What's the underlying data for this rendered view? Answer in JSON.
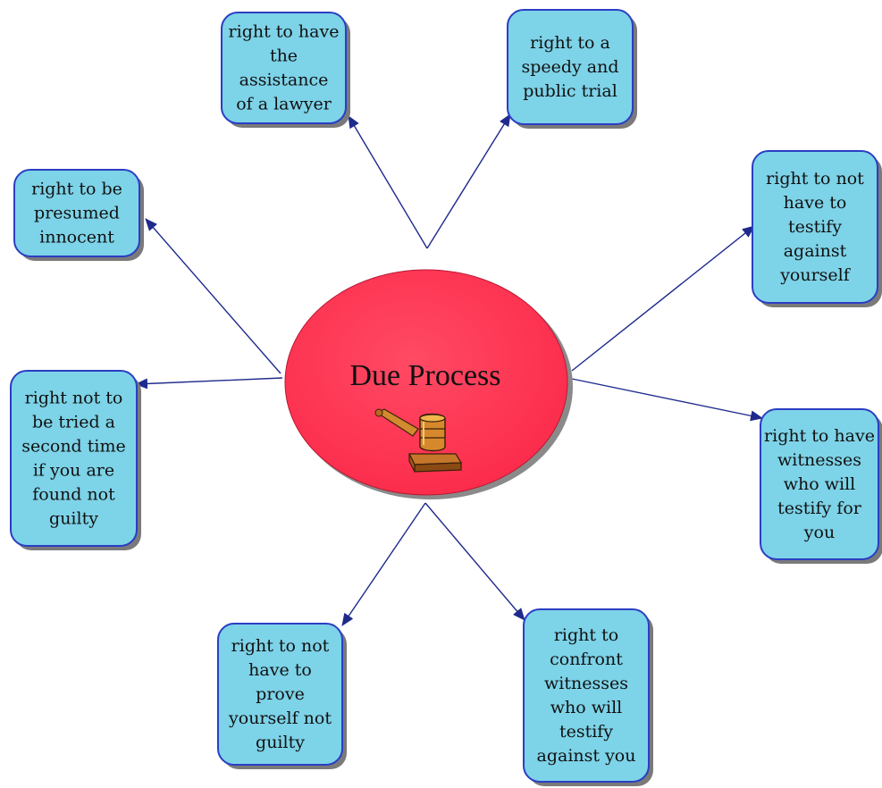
{
  "center": {
    "title": "Due Process",
    "fill_color": "#fc2a4a",
    "icon": "gavel-icon"
  },
  "colors": {
    "node_fill": "#7dd3e8",
    "node_border": "#2b3ec4",
    "connector": "#1e2a8c",
    "text": "#111111",
    "shadow": "#7a7a7a"
  },
  "rights": [
    {
      "id": "lawyer",
      "lines": [
        "right to have",
        "the",
        "assistance",
        "of a  lawyer"
      ]
    },
    {
      "id": "speedy-trial",
      "lines": [
        "right to a",
        "speedy and",
        "public trial"
      ]
    },
    {
      "id": "presumed-innocent",
      "lines": [
        "right to be",
        "presumed",
        "innocent"
      ]
    },
    {
      "id": "not-testify-against",
      "lines": [
        "right to not",
        "have to",
        "testify",
        "against",
        "yourself"
      ]
    },
    {
      "id": "double-jeopardy",
      "lines": [
        "right not to",
        "be tried a",
        "second time",
        "if you are",
        "found not",
        "guilty"
      ]
    },
    {
      "id": "witnesses-for",
      "lines": [
        "right to have",
        "witnesses",
        "who will",
        "testify for",
        "you"
      ]
    },
    {
      "id": "prove-not-guilty",
      "lines": [
        "right to not",
        "have to",
        "prove",
        "yourself not",
        "guilty"
      ]
    },
    {
      "id": "confront-witnesses",
      "lines": [
        "right to",
        "confront",
        "witnesses",
        "who will",
        "testify",
        "against you"
      ]
    }
  ]
}
